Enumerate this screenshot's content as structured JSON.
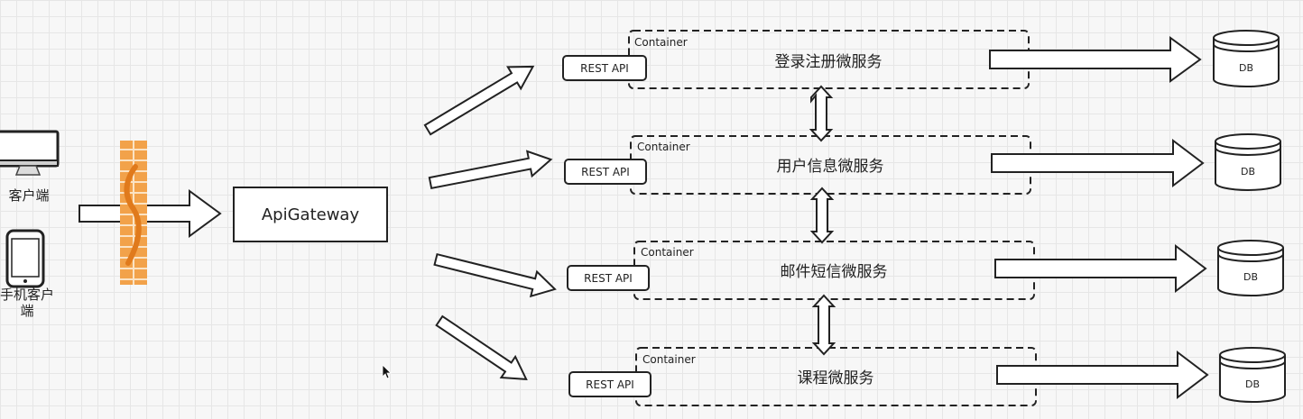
{
  "clients": {
    "desktop": {
      "label": "客户端",
      "icon": "monitor-icon"
    },
    "mobile": {
      "label_line1": "手机客户",
      "label_line2": "端",
      "icon": "phone-icon"
    }
  },
  "firewall": {
    "icon": "firewall-icon",
    "color": "#f2a24a"
  },
  "gateway": {
    "label": "ApiGateway"
  },
  "services": [
    {
      "container_label": "Container",
      "name": "登录注册微服务",
      "api_label": "REST API",
      "db_label": "DB"
    },
    {
      "container_label": "Container",
      "name": "用户信息微服务",
      "api_label": "REST API",
      "db_label": "DB"
    },
    {
      "container_label": "Container",
      "name": "邮件短信微服务",
      "api_label": "REST API",
      "db_label": "DB"
    },
    {
      "container_label": "Container",
      "name": "课程微服务",
      "api_label": "REST API",
      "db_label": "DB"
    }
  ],
  "colors": {
    "stroke": "#222222",
    "firewall": "#f2a24a",
    "background": "#f7f7f7"
  }
}
